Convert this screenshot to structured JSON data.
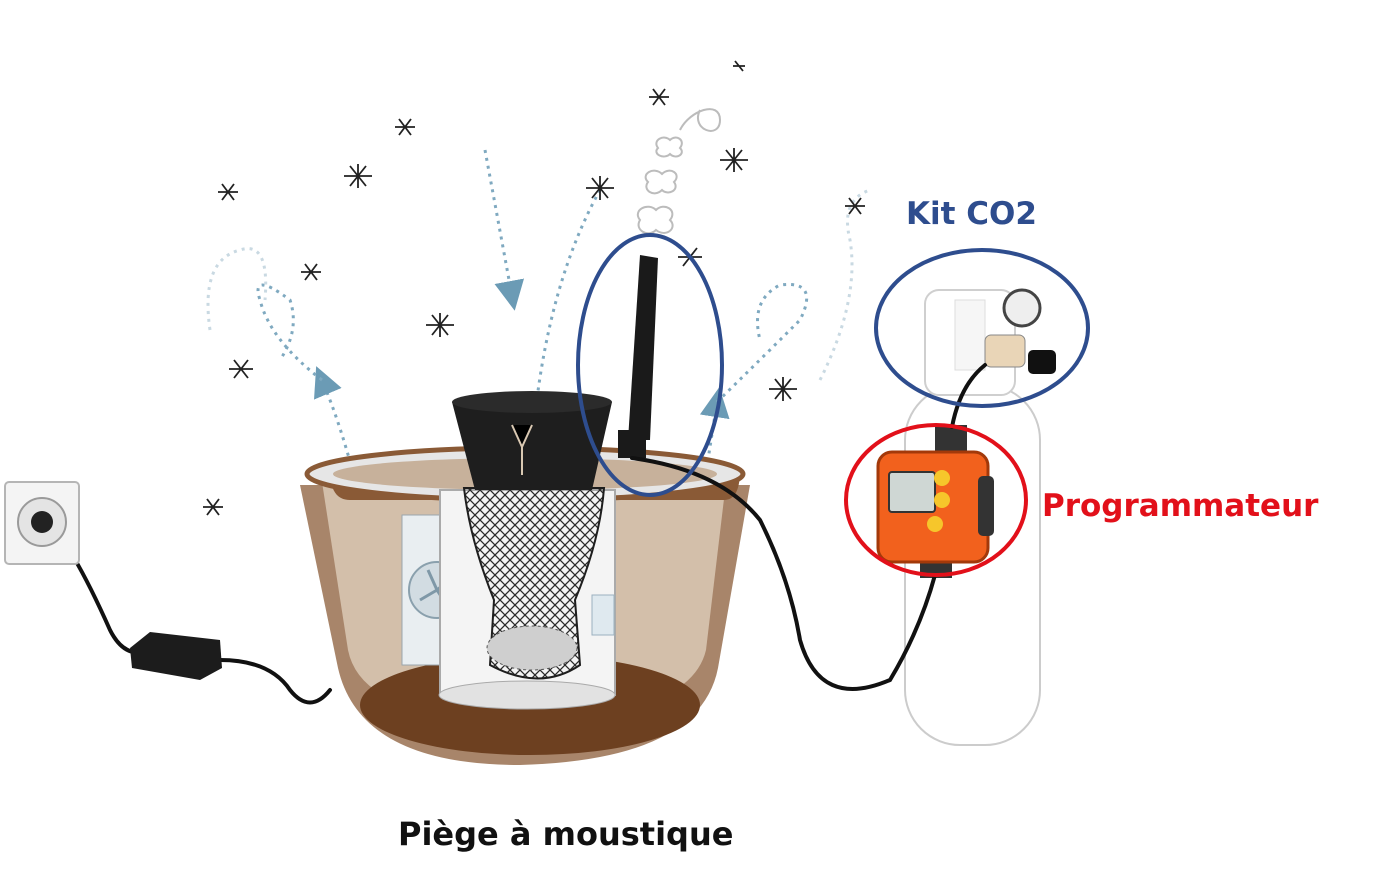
{
  "labels": {
    "kit": "Kit CO2",
    "programmer": "Programmateur",
    "trap": "Piège à moustique"
  },
  "colors": {
    "kit": "#2e4d8e",
    "programmer": "#e2101a",
    "trap": "#111111",
    "pot": "#a8856a",
    "pot_dark": "#7a5236",
    "arrow": "#6b9bb5",
    "timer": "#f2611d",
    "timer_button": "#f6c62b"
  },
  "icons": [
    "power-socket-icon",
    "adapter-icon",
    "mosquito-icon",
    "fan-icon",
    "co2-cylinder-icon",
    "timer-icon"
  ]
}
